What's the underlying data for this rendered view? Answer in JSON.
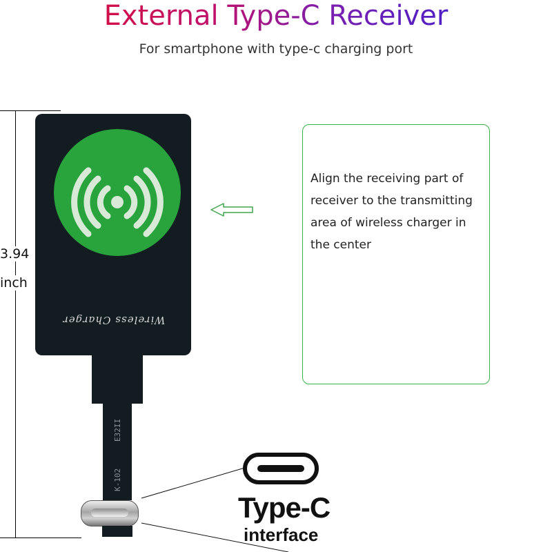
{
  "header": {
    "title": "External Type-C Receiver",
    "subtitle": "For smartphone with type-c charging port"
  },
  "dimension": {
    "value": "3.94",
    "unit": "inch"
  },
  "info_box": {
    "text": "Align the receiving part of receiver to the transmitting area of wireless charger in the center"
  },
  "receiver_card": {
    "label": "Wireless Charger",
    "strip_codes": [
      "K-102",
      "E32II"
    ],
    "coil_icon": "wireless-signal-icon"
  },
  "interface": {
    "title": "Type-C",
    "subtitle": "interface",
    "port_icon": "usb-c-port-icon"
  },
  "colors": {
    "title_start": "#e0102a",
    "title_end": "#2a1fd8",
    "coil_green": "#29a43d",
    "card_dark": "#121c21",
    "box_border": "#38b24a",
    "arrow_green": "#3fa64a"
  }
}
